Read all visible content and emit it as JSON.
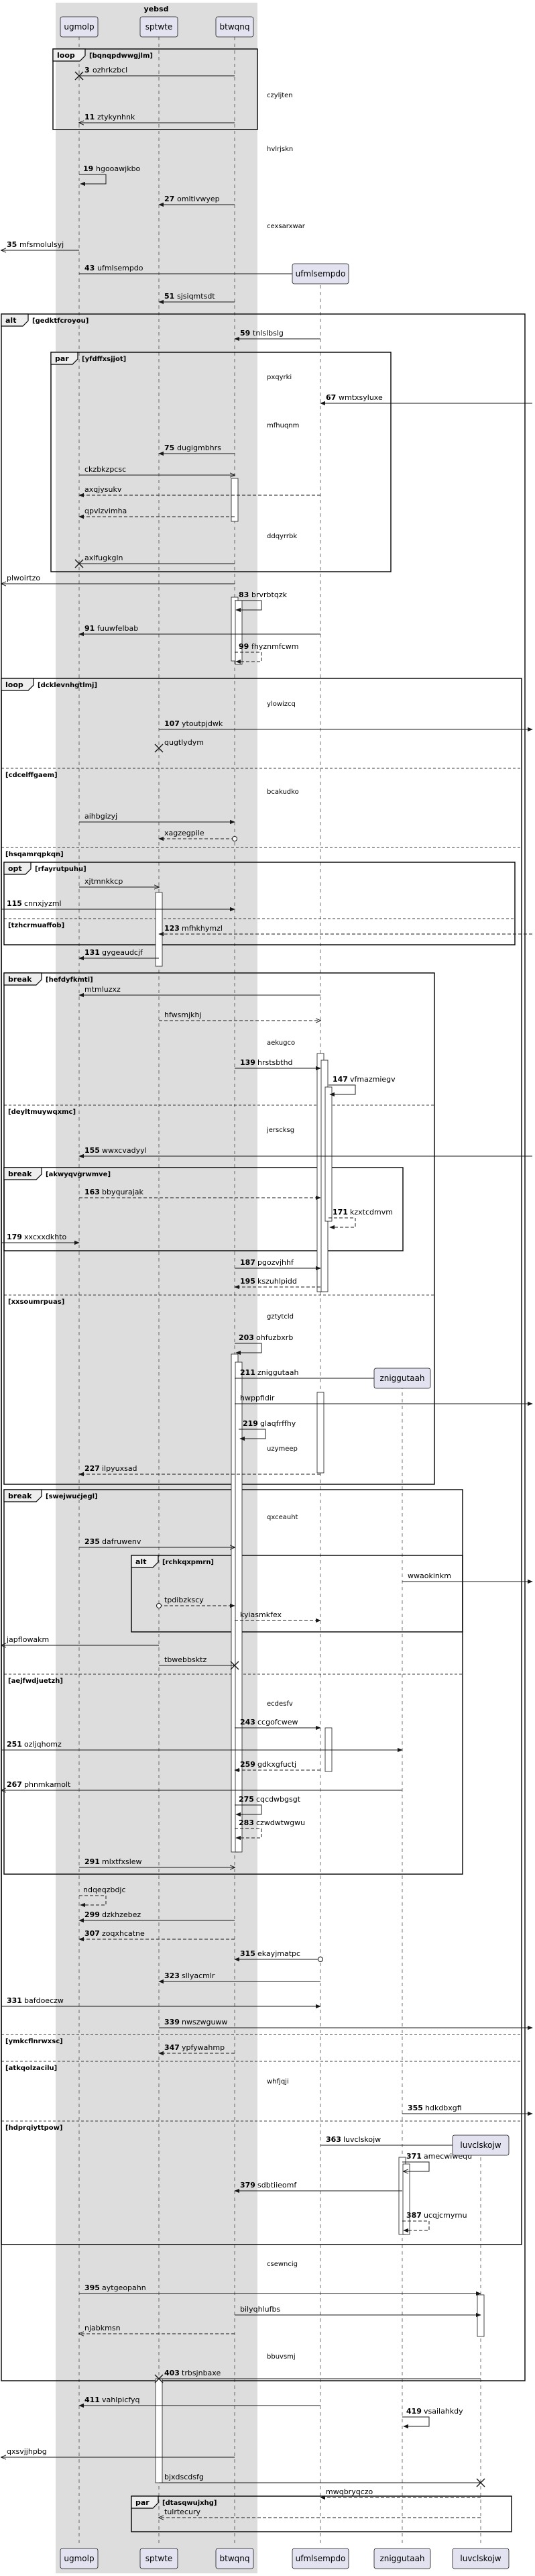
{
  "box": {
    "title": "yebsd"
  },
  "participants": [
    {
      "id": "ugmolp",
      "label": "ugmolp"
    },
    {
      "id": "sptwte",
      "label": "sptwte"
    },
    {
      "id": "btwqnq",
      "label": "btwqnq"
    },
    {
      "id": "ufmlsempdo",
      "label": "ufmlsempdo"
    },
    {
      "id": "zniggutaah",
      "label": "zniggutaah"
    },
    {
      "id": "luvclskojw",
      "label": "luvclskojw"
    }
  ],
  "fragments": [
    {
      "kind": "loop",
      "condition": "[bqnqpdwwgjlm]"
    },
    {
      "kind": "alt",
      "condition": "[gedktfcroyou]"
    },
    {
      "kind": "par",
      "condition": "[yfdffxsjjot]"
    },
    {
      "kind": "loop",
      "condition": "[dcklevnhgtlmj]"
    },
    {
      "kind": "else",
      "condition": "[cdcelffgaem]"
    },
    {
      "kind": "else",
      "condition": "[hsqamrqpkqn]"
    },
    {
      "kind": "opt",
      "condition": "[rfayrutpuhu]"
    },
    {
      "kind": "else",
      "condition": "[tzhcrmuaffob]"
    },
    {
      "kind": "break",
      "condition": "[hefdyfkmti]"
    },
    {
      "kind": "else",
      "condition": "[deyltmuywqxmc]"
    },
    {
      "kind": "break",
      "condition": "[akwyqvgrwmve]"
    },
    {
      "kind": "else",
      "condition": "[xxsoumrpuas]"
    },
    {
      "kind": "break",
      "condition": "[swejwucjegl]"
    },
    {
      "kind": "alt",
      "condition": "[rchkqxpmrn]"
    },
    {
      "kind": "else",
      "condition": "[aejfwdjuetzh]"
    },
    {
      "kind": "else",
      "condition": "[ymkcflnrwxsc]"
    },
    {
      "kind": "else",
      "condition": "[atkqolzacilu]"
    },
    {
      "kind": "else",
      "condition": "[hdprqiyttpow]"
    },
    {
      "kind": "par",
      "condition": "[dtasqwujxhg]"
    }
  ],
  "messages": [
    {
      "num": "3",
      "text": "ozhrkzbcl"
    },
    {
      "num": "",
      "text": "czyljten"
    },
    {
      "num": "11",
      "text": "ztykynhnk"
    },
    {
      "num": "",
      "text": "hvlrjskn"
    },
    {
      "num": "19",
      "text": "hgooawjkbo"
    },
    {
      "num": "27",
      "text": "omltivwyep"
    },
    {
      "num": "",
      "text": "cexsarxwar"
    },
    {
      "num": "35",
      "text": "mfsmolulsyj"
    },
    {
      "num": "43",
      "text": "ufmlsempdo"
    },
    {
      "num": "51",
      "text": "sjsiqmtsdt"
    },
    {
      "num": "59",
      "text": "tnlslbslg"
    },
    {
      "num": "",
      "text": "pxqyrki"
    },
    {
      "num": "67",
      "text": "wmtxsyluxe"
    },
    {
      "num": "",
      "text": "mfhuqnm"
    },
    {
      "num": "75",
      "text": "dugigmbhrs"
    },
    {
      "num": "",
      "text": "ckzbkzpcsc"
    },
    {
      "num": "",
      "text": "axqjysukv"
    },
    {
      "num": "",
      "text": "qpvlzvimha"
    },
    {
      "num": "",
      "text": "ddqyrrbk"
    },
    {
      "num": "",
      "text": "axlfugkgln"
    },
    {
      "num": "",
      "text": "plwoirtzo"
    },
    {
      "num": "83",
      "text": "brvrbtqzk"
    },
    {
      "num": "91",
      "text": "fuuwfelbab"
    },
    {
      "num": "99",
      "text": "fhyznmfcwm"
    },
    {
      "num": "",
      "text": "ylowizcq"
    },
    {
      "num": "107",
      "text": "ytoutpjdwk"
    },
    {
      "num": "",
      "text": "qugtlydym"
    },
    {
      "num": "",
      "text": "bcakudko"
    },
    {
      "num": "",
      "text": "aihbgizyj"
    },
    {
      "num": "",
      "text": "xagzegpile"
    },
    {
      "num": "",
      "text": "xjtmnkkcp"
    },
    {
      "num": "115",
      "text": "cnnxjyzml"
    },
    {
      "num": "123",
      "text": "mfhkhymzl"
    },
    {
      "num": "131",
      "text": "gygeaudcjf"
    },
    {
      "num": "",
      "text": "mtmluzxz"
    },
    {
      "num": "",
      "text": "hfwsmjkhj"
    },
    {
      "num": "",
      "text": "aekugco"
    },
    {
      "num": "139",
      "text": "hrstsbthd"
    },
    {
      "num": "147",
      "text": "vfmazmiegv"
    },
    {
      "num": "",
      "text": "jerscksg"
    },
    {
      "num": "155",
      "text": "wwxcvadyyl"
    },
    {
      "num": "163",
      "text": "bbyqurajak"
    },
    {
      "num": "171",
      "text": "kzxtcdmvm"
    },
    {
      "num": "179",
      "text": "xxcxxdkhto"
    },
    {
      "num": "187",
      "text": "pgozvjhhf"
    },
    {
      "num": "195",
      "text": "kszuhlpidd"
    },
    {
      "num": "",
      "text": "gztytcld"
    },
    {
      "num": "203",
      "text": "ohfuzbxrb"
    },
    {
      "num": "211",
      "text": "zniggutaah"
    },
    {
      "num": "",
      "text": "hwppfidir"
    },
    {
      "num": "219",
      "text": "glaqfrffhy"
    },
    {
      "num": "",
      "text": "uzymeep"
    },
    {
      "num": "227",
      "text": "ilpyuxsad"
    },
    {
      "num": "",
      "text": "qxceauht"
    },
    {
      "num": "235",
      "text": "dafruwenv"
    },
    {
      "num": "",
      "text": "wwaokinkm"
    },
    {
      "num": "",
      "text": "tpdibzkscy"
    },
    {
      "num": "",
      "text": "kyiasmkfex"
    },
    {
      "num": "",
      "text": "japflowakm"
    },
    {
      "num": "",
      "text": "tbwebbsktz"
    },
    {
      "num": "",
      "text": "ecdesfv"
    },
    {
      "num": "243",
      "text": "ccgofcwew"
    },
    {
      "num": "251",
      "text": "ozljqhomz"
    },
    {
      "num": "259",
      "text": "gdkxgfuctj"
    },
    {
      "num": "267",
      "text": "phnmkamolt"
    },
    {
      "num": "275",
      "text": "cqcdwbgsgt"
    },
    {
      "num": "283",
      "text": "czwdwtwgwu"
    },
    {
      "num": "291",
      "text": "mlxtfxslew"
    },
    {
      "num": "",
      "text": "ndqeqzbdjc"
    },
    {
      "num": "299",
      "text": "dzkhzebez"
    },
    {
      "num": "307",
      "text": "zoqxhcatne"
    },
    {
      "num": "315",
      "text": "ekayjmatpc"
    },
    {
      "num": "323",
      "text": "sllyacmlr"
    },
    {
      "num": "331",
      "text": "bafdoeczw"
    },
    {
      "num": "339",
      "text": "nwszwguww"
    },
    {
      "num": "347",
      "text": "ypfywahmp"
    },
    {
      "num": "",
      "text": "whfjqji"
    },
    {
      "num": "355",
      "text": "hdkdbxgfi"
    },
    {
      "num": "363",
      "text": "luvclskojw"
    },
    {
      "num": "371",
      "text": "amecwiwequ"
    },
    {
      "num": "379",
      "text": "sdbtiieomf"
    },
    {
      "num": "387",
      "text": "ucqjcmyrnu"
    },
    {
      "num": "",
      "text": "csewncig"
    },
    {
      "num": "395",
      "text": "aytgeopahn"
    },
    {
      "num": "",
      "text": "bilyqhlufbs"
    },
    {
      "num": "",
      "text": "njabkmsn"
    },
    {
      "num": "",
      "text": "bbuvsmj"
    },
    {
      "num": "403",
      "text": "trbsjnbaxe"
    },
    {
      "num": "411",
      "text": "vahlpicfyq"
    },
    {
      "num": "419",
      "text": "vsailahkdy"
    },
    {
      "num": "",
      "text": "qxsvjjhpbg"
    },
    {
      "num": "",
      "text": "bjxdscdsfg"
    },
    {
      "num": "",
      "text": "mwqbryqczo"
    },
    {
      "num": "",
      "text": "tulrtecury"
    }
  ],
  "colors": {
    "box_fill": "#dddddd",
    "participant_fill": "#e2e2f0",
    "participant_border": "#181818",
    "line": "#181818",
    "activation_fill": "#ffffff",
    "text": "#000000"
  }
}
